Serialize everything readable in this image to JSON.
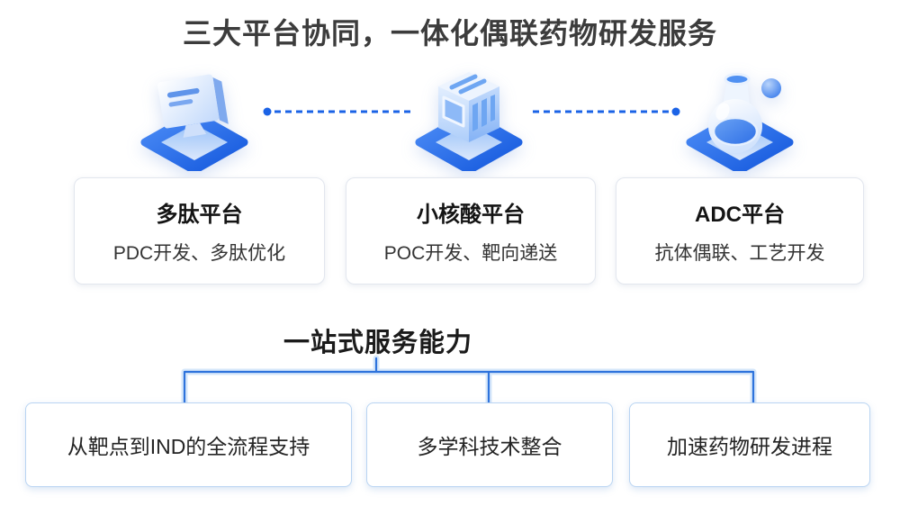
{
  "title": "三大平台协同，一体化偶联药物研发服务",
  "platforms": [
    {
      "icon": "monitor-3d-icon",
      "name": "多肽平台",
      "desc": "PDC开发、多肽优化"
    },
    {
      "icon": "cube-3d-icon",
      "name": "小核酸平台",
      "desc": "POC开发、靶向递送"
    },
    {
      "icon": "flask-3d-icon",
      "name": "ADC平台",
      "desc": "抗体偶联、工艺开发"
    }
  ],
  "section2": {
    "title": "一站式服务能力",
    "capabilities": [
      {
        "label": "从靶点到IND的全流程支持"
      },
      {
        "label": "多学科技术整合"
      },
      {
        "label": "加速药物研发进程"
      }
    ]
  },
  "colors": {
    "title_text": "#3c3c3c",
    "connector_blue": "#1b63e6",
    "tree_line_blue": "#2e73dc",
    "platform_diamond_blue": "#2f6fe8",
    "capability_border": "#b9d4f2",
    "card_border": "#e2e6ee"
  }
}
